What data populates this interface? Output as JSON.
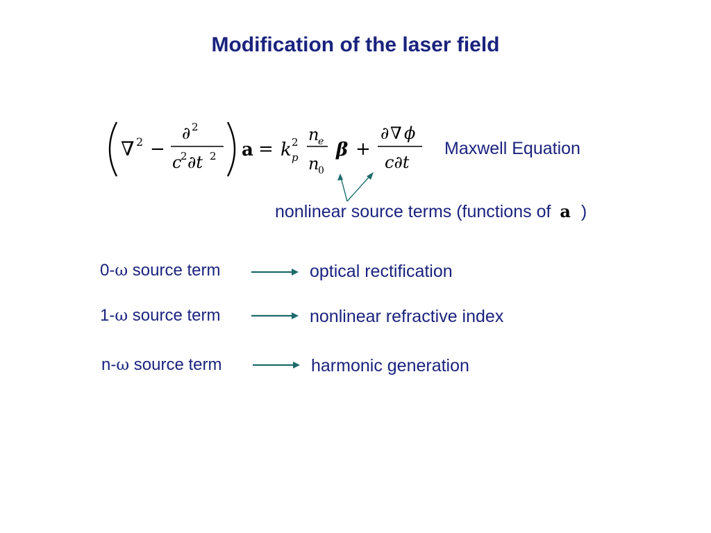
{
  "slide": {
    "title": "Modification of the laser field",
    "equation_label": "Maxwell Equation",
    "callout": {
      "text_before": "nonlinear source terms (functions of",
      "symbol": "a",
      "text_after": ")"
    },
    "rows": [
      {
        "prefix": "0-",
        "omega": "ω",
        "suffix": " source term",
        "result": "optical rectification"
      },
      {
        "prefix": "1-",
        "omega": "ω",
        "suffix": " source term",
        "result": "nonlinear refractive index"
      },
      {
        "prefix": "n-",
        "omega": "ω",
        "suffix": " source term",
        "result": "harmonic generation"
      }
    ],
    "colors": {
      "text": "#1a237e",
      "arrow": "#1b6b6b",
      "math": "#000000"
    }
  }
}
